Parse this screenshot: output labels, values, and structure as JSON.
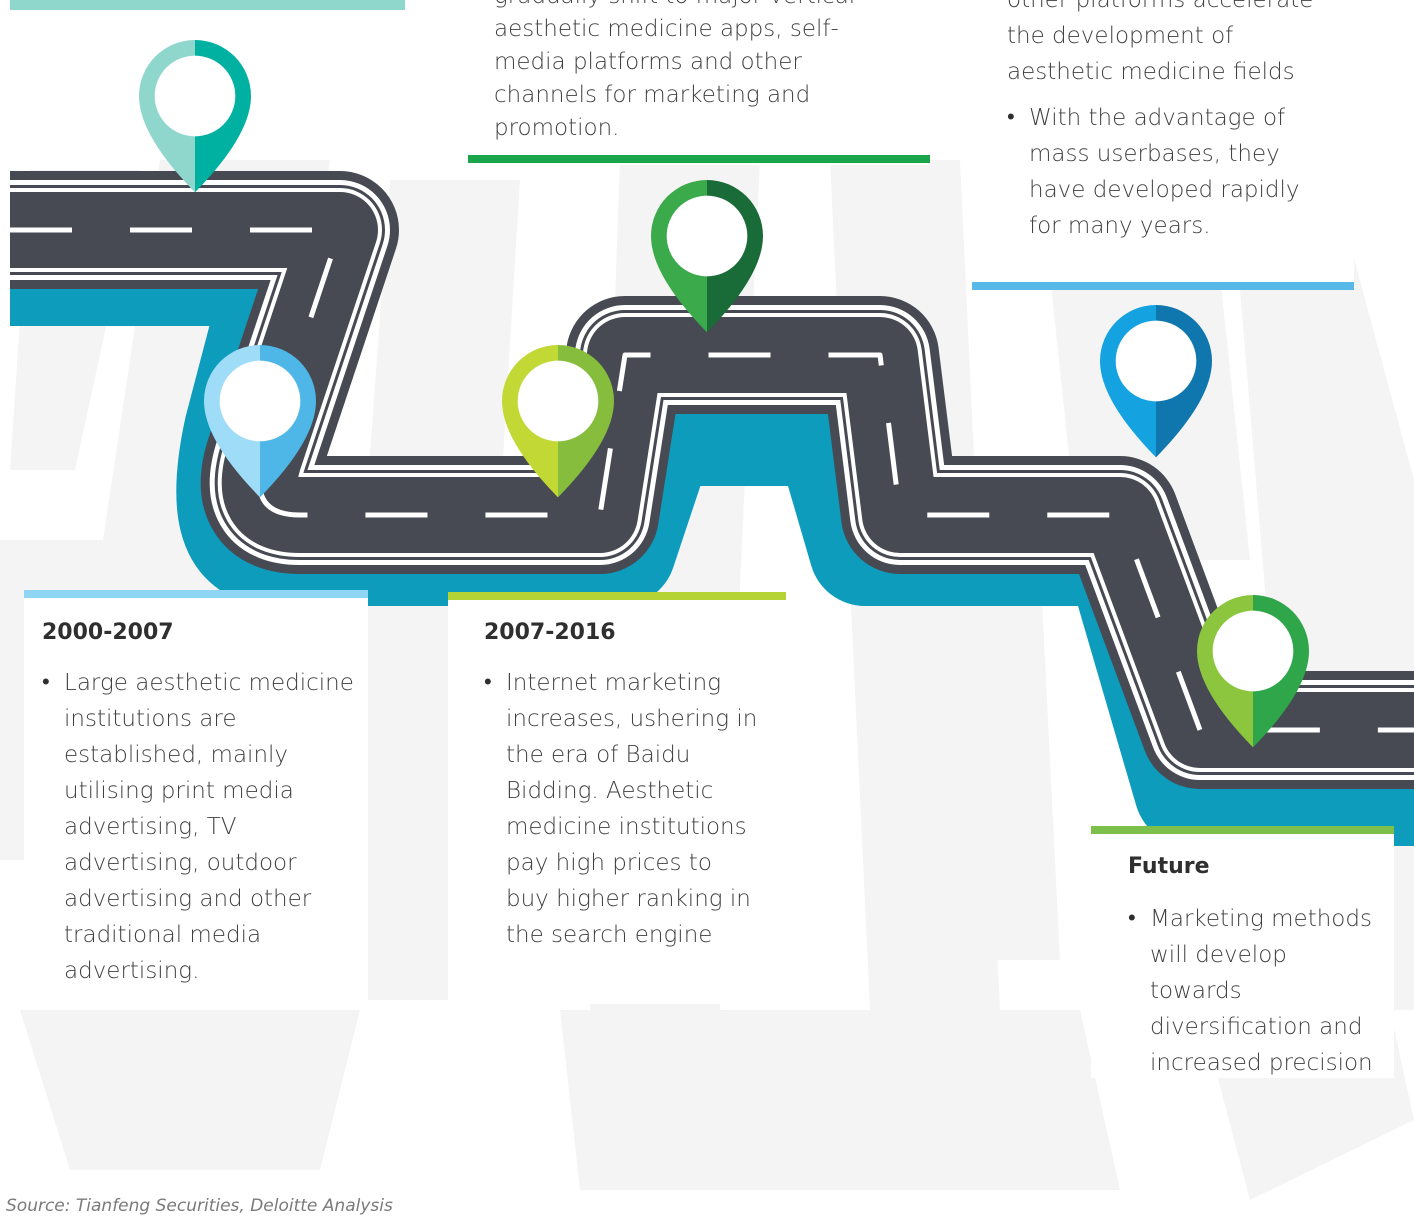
{
  "colors": {
    "road": "#474a53",
    "road_edge": "#ffffff",
    "road_shadow": "#0e9cbc",
    "background_shapes": "#f4f4f4",
    "teal": "#00b0a0",
    "light_blue": "#55b9e9",
    "lime": "#a7c836",
    "green": "#2e9e48",
    "blue": "#1697d8"
  },
  "cards": {
    "top_left": {
      "accent": "#8fd6cc"
    },
    "top_middle": {
      "accent": "#1aa54a",
      "text": "gradually shift to major vertical aesthetic medicine apps, self- media platforms and other channels for marketing and promotion."
    },
    "top_right": {
      "accent": "#58b9e9",
      "bullets": [
        "other platforms accelerate the development of aesthetic medicine fields",
        "With the advantage of mass userbases, they have developed rapidly for many years."
      ]
    },
    "period_1": {
      "accent": "#8fd6f5",
      "title": "2000-2007",
      "bullets": [
        "Large aesthetic medicine institutions are established, mainly utilising print media advertising, TV advertising, outdoor advertising and other traditional media advertising."
      ]
    },
    "period_2": {
      "accent": "#b5d334",
      "title": "2007-2016",
      "bullets": [
        "Internet marketing increases, ushering in the era of Baidu Bidding. Aesthetic medicine institutions pay high prices to buy higher ranking in the search engine"
      ]
    },
    "future": {
      "accent": "#7cc04b",
      "title": "Future",
      "bullets": [
        "Marketing methods will develop towards diversification and increased precision"
      ]
    }
  },
  "pins": [
    {
      "name": "teal-pin",
      "left_color": "#8fd6cc",
      "right_color": "#00b0a0"
    },
    {
      "name": "light-blue-pin",
      "left_color": "#9fdcf8",
      "right_color": "#4fb7e8"
    },
    {
      "name": "lime-pin",
      "left_color": "#c2d935",
      "right_color": "#86bd3c"
    },
    {
      "name": "green-pin",
      "left_color": "#3aaa4a",
      "right_color": "#196b37"
    },
    {
      "name": "blue-pin",
      "left_color": "#14a3e0",
      "right_color": "#0f76ae"
    },
    {
      "name": "future-green-pin",
      "left_color": "#8cc63f",
      "right_color": "#2fa64a"
    }
  ],
  "source_text": "Source: Tianfeng Securities, Deloitte Analysis"
}
